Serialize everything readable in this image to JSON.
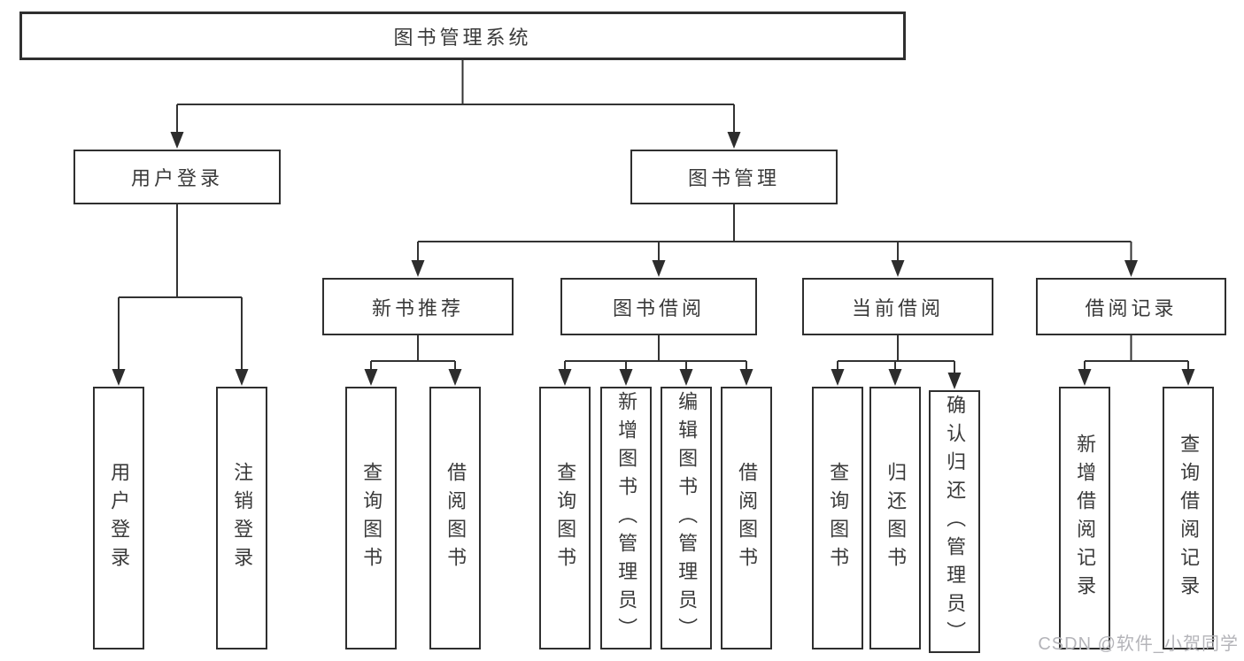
{
  "watermark": "CSDN @软件_小贺同学",
  "tree": {
    "label": "图书管理系统",
    "children": [
      {
        "label": "用户登录",
        "children": [
          {
            "label": "用户登录"
          },
          {
            "label": "注销登录"
          }
        ]
      },
      {
        "label": "图书管理",
        "children": [
          {
            "label": "新书推荐",
            "children": [
              {
                "label": "查询图书"
              },
              {
                "label": "借阅图书"
              }
            ]
          },
          {
            "label": "图书借阅",
            "children": [
              {
                "label": "查询图书"
              },
              {
                "label": "新增图书（管理员）"
              },
              {
                "label": "编辑图书（管理员）"
              },
              {
                "label": "借阅图书"
              }
            ]
          },
          {
            "label": "当前借阅",
            "children": [
              {
                "label": "查询图书"
              },
              {
                "label": "归还图书"
              },
              {
                "label": "确认归还（管理员）"
              }
            ]
          },
          {
            "label": "借阅记录",
            "children": [
              {
                "label": "新增借阅记录"
              },
              {
                "label": "查询借阅记录"
              }
            ]
          }
        ]
      }
    ]
  },
  "colors": {
    "line": "#333333",
    "border": "#2f2f2f",
    "text": "#3a3a3a",
    "watermark": "#b4b4b9"
  }
}
